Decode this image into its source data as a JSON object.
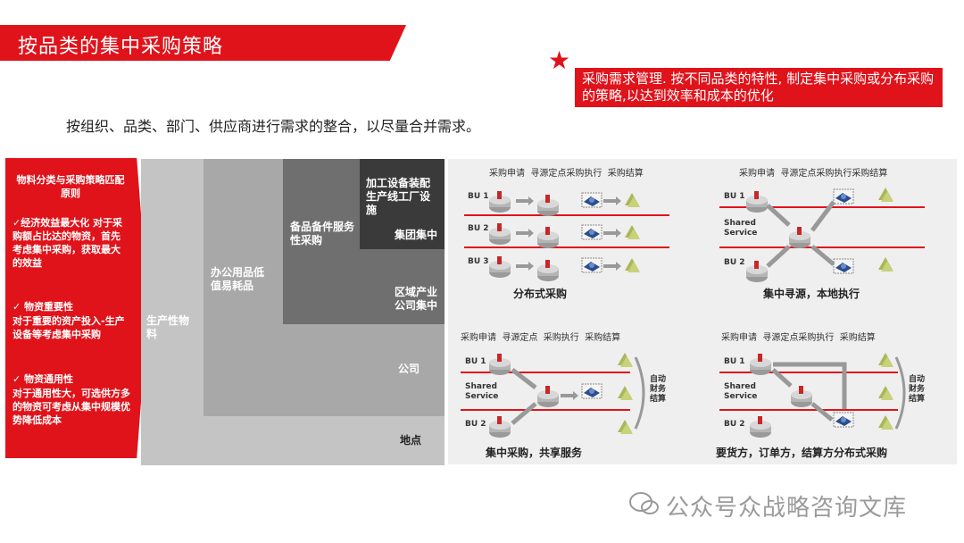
{
  "header": {
    "title": "按品类的集中采购策略",
    "callout": "采购需求管理. 按不同品类的特性, 制定集中采购或分布采购的策略,以达到效率和成本的优化",
    "subtitle": "按组织、品类、部门、供应商进行需求的整合，以尽量合并需求。"
  },
  "left_panel": {
    "heading": "物料分类与采购策略匹配原则",
    "principle1_title": "✓经济效益最大化 对于采购额占比达的物资，首先考虑集中采购，获取最大的效益",
    "principle2_title": "✓   物资重要性",
    "principle2_body": "对于重要的资产投入-生产设备等考虑集中采购",
    "principle3_title": "✓   物资通用性",
    "principle3_body": "对于通用性大，可选供方多的物资可考虑从集中规模优势降低成本"
  },
  "nested_boxes": {
    "level1_items": "生产性物料",
    "level1_scope": "地点",
    "level2_items": "办公用品低值易耗品",
    "level2_scope": "公司",
    "level3_items": "备品备件服务性采购",
    "level3_scope": "区域产业公司集中",
    "level4_items": "加工设备装配生产线工厂设施",
    "level4_scope": "集团集中",
    "colors": [
      "#c4c4c4",
      "#a8a8a8",
      "#6f6f6f",
      "#3a3a3a"
    ]
  },
  "diagrams": {
    "d1": {
      "header": "采购申请  寻源定点采购执行  采购结算",
      "rows": [
        "BU 1",
        "BU 2",
        "BU 3"
      ],
      "caption": "分布式采购"
    },
    "d2": {
      "header": "采购申请  寻源定点采购执行采购结算",
      "rows": [
        "BU 1",
        "Shared Service",
        "BU 2"
      ],
      "caption": "集中寻源，本地执行"
    },
    "d3": {
      "header": "采购申请  寻源定点  采购执行  采购结算",
      "rows": [
        "BU 1",
        "Shared Service",
        "BU 2"
      ],
      "side": "自动财务结算",
      "caption": "集中采购，共享服务"
    },
    "d4": {
      "header": "采购申请  寻源定点采购执行  采购结算",
      "rows": [
        "BU 1",
        "Shared Service",
        "BU 2"
      ],
      "side": "自动财务结算",
      "caption": "要货方，订单方，结算方分布式采购"
    }
  },
  "watermark": "公众号众战略咨询文库",
  "accent_color": "#e0131b"
}
